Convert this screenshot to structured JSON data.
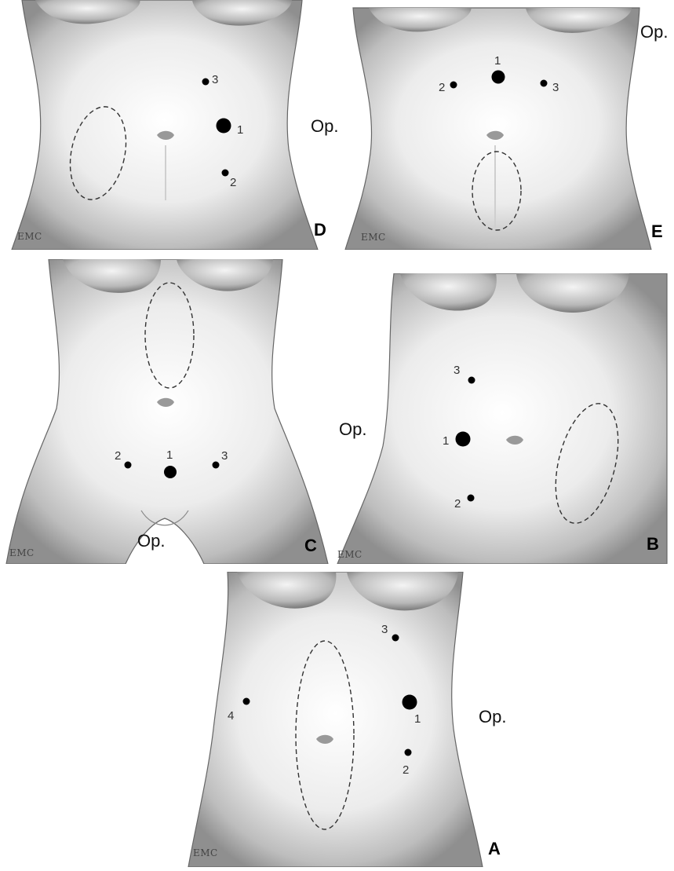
{
  "op_label": "Op.",
  "emc_label": "EMC",
  "panels": {
    "D": {
      "letter": "D",
      "ports": [
        "3",
        "1",
        "2"
      ]
    },
    "E": {
      "letter": "E",
      "ports": [
        "1",
        "2",
        "3"
      ]
    },
    "C": {
      "letter": "C",
      "ports": [
        "1",
        "2",
        "3"
      ]
    },
    "B": {
      "letter": "B",
      "ports": [
        "3",
        "1",
        "2"
      ]
    },
    "A": {
      "letter": "A",
      "ports": [
        "3",
        "1",
        "2",
        "4"
      ]
    }
  }
}
